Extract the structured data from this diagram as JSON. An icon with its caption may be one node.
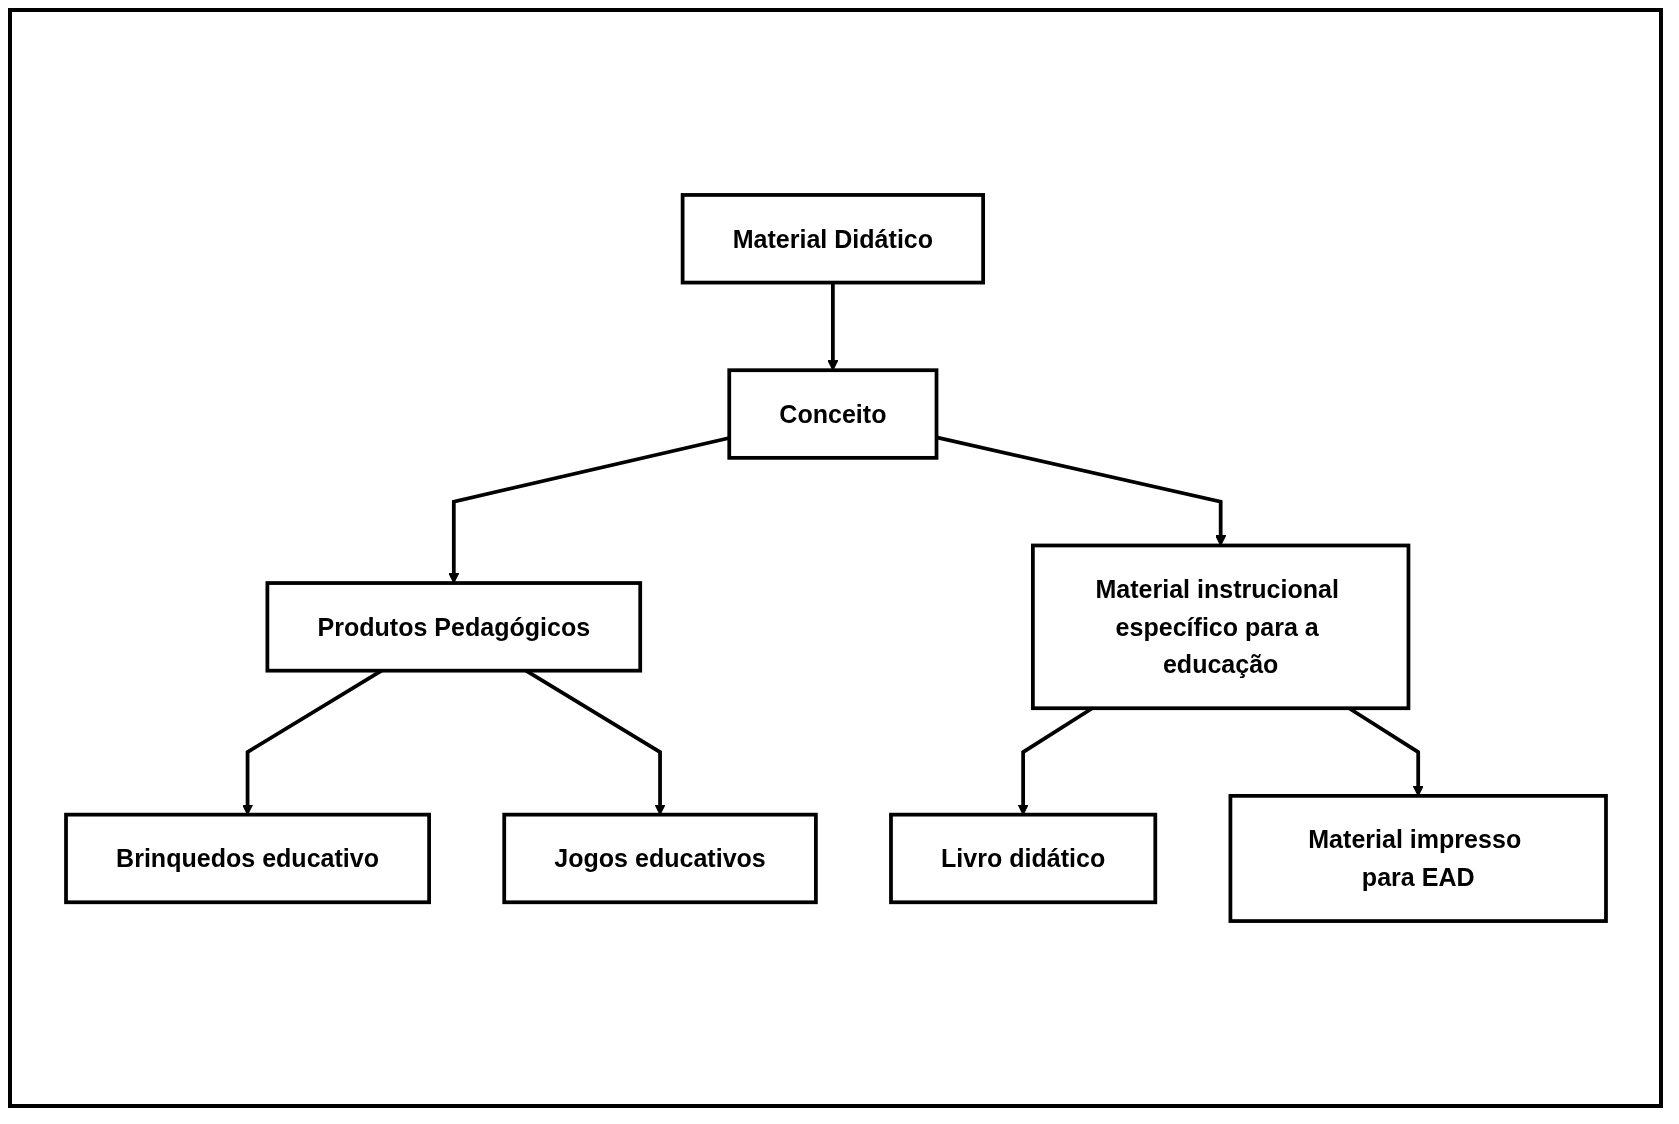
{
  "diagram": {
    "nodes": [
      {
        "text": [
          "Material Didático"
        ]
      },
      {
        "text": [
          "Conceito"
        ]
      },
      {
        "text": [
          "Produtos Pedagógicos"
        ]
      },
      {
        "text": [
          "Material instrucional específico para a educação"
        ]
      },
      {
        "text": [
          "Brinquedos educativo"
        ]
      },
      {
        "text": [
          "Jogos educativos"
        ]
      },
      {
        "text": [
          "Livro didático"
        ]
      },
      {
        "text": [
          "Material impresso para EAD"
        ]
      }
    ],
    "edges": [
      {
        "from": 0,
        "to": 1,
        "arrow": "to"
      },
      {
        "from": 1,
        "to": 2,
        "arrow": "to"
      },
      {
        "from": 1,
        "to": 3,
        "arrow": "to"
      },
      {
        "from": 2,
        "to": 4,
        "arrow": "to"
      },
      {
        "from": 2,
        "to": 5,
        "arrow": "to"
      },
      {
        "from": 3,
        "to": 6,
        "arrow": "to"
      },
      {
        "from": 3,
        "to": 7,
        "arrow": "to"
      }
    ]
  }
}
